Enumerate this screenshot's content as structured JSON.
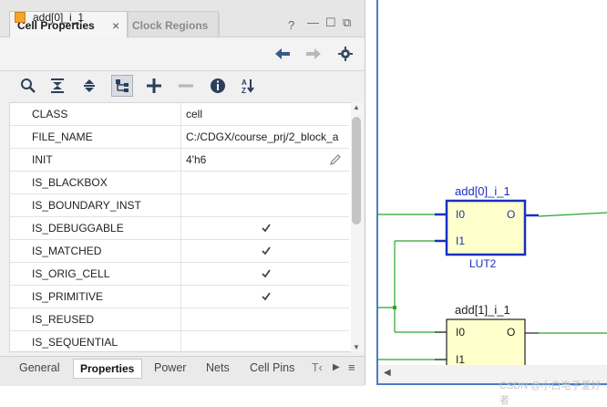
{
  "tabs": {
    "cell_properties": "Cell Properties",
    "close": "×",
    "clock_regions": "Clock Regions"
  },
  "window_buttons": {
    "help": "?",
    "minimize": "—",
    "restore": "☐",
    "float": "⧉"
  },
  "object": {
    "name": "add[0]_i_1",
    "color": "#f4a62a"
  },
  "toolbar": {
    "icons": [
      "search-icon",
      "collapse-all-icon",
      "expand-all-icon",
      "hierarchy-icon",
      "add-icon",
      "remove-icon",
      "info-icon",
      "sort-icon"
    ]
  },
  "properties": [
    {
      "name": "CLASS",
      "value": "cell",
      "checked": false
    },
    {
      "name": "FILE_NAME",
      "value": "C:/CDGX/course_prj/2_block_a",
      "checked": false
    },
    {
      "name": "INIT",
      "value": "4'h6",
      "checked": false
    },
    {
      "name": "IS_BLACKBOX",
      "value": "",
      "checked": false
    },
    {
      "name": "IS_BOUNDARY_INST",
      "value": "",
      "checked": false
    },
    {
      "name": "IS_DEBUGGABLE",
      "value": "",
      "checked": true
    },
    {
      "name": "IS_MATCHED",
      "value": "",
      "checked": true
    },
    {
      "name": "IS_ORIG_CELL",
      "value": "",
      "checked": true
    },
    {
      "name": "IS_PRIMITIVE",
      "value": "",
      "checked": true
    },
    {
      "name": "IS_REUSED",
      "value": "",
      "checked": false
    },
    {
      "name": "IS_SEQUENTIAL",
      "value": "",
      "checked": false
    }
  ],
  "bottom_tabs": {
    "general": "General",
    "properties": "Properties",
    "power": "Power",
    "nets": "Nets",
    "cell_pins": "Cell Pins",
    "truncated": "T‹"
  },
  "schematic": {
    "cell1": {
      "name": "add[0]_i_1",
      "type": "LUT2",
      "pin_i0": "I0",
      "pin_i1": "I1",
      "pin_o": "O"
    },
    "cell2": {
      "name": "add[1]_i_1",
      "pin_i0": "I0",
      "pin_i1": "I1",
      "pin_o": "O"
    },
    "colors": {
      "selected": "#1a2fc2",
      "cell_fill": "#ffffcc",
      "wire": "#2aa52a"
    }
  },
  "watermark": "CSDN @小白电子爱好者"
}
